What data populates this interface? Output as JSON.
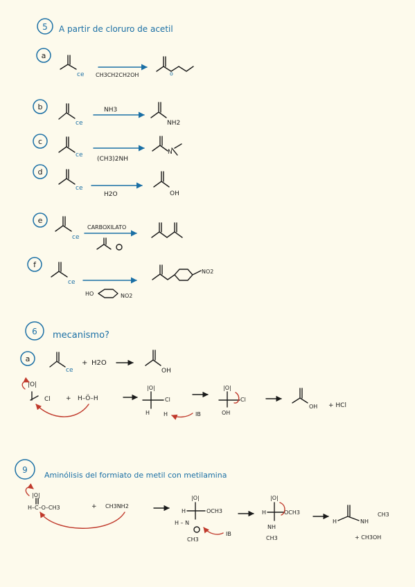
{
  "sections": {
    "s5": {
      "number": "5",
      "title": "A partir de cloruro de acetil"
    },
    "s6": {
      "number": "6",
      "title": "mecanismo?"
    },
    "s9": {
      "number": "9",
      "title": "Aminólisis del formiato de metil con metilamina"
    }
  },
  "reactions": {
    "a": {
      "label": "a",
      "reagent": "CH3CH2CH2OH"
    },
    "b": {
      "label": "b",
      "reagent": "NH3",
      "product_group": "NH2"
    },
    "c": {
      "label": "c",
      "reagent": "(CH3)2NH",
      "product_group": "N"
    },
    "d": {
      "label": "d",
      "reagent": "H2O",
      "product_group": "OH"
    },
    "e": {
      "label": "e",
      "reagent": "CARBOXILATO"
    },
    "f": {
      "label": "f",
      "reagent_left": "HO",
      "reagent_right": "NO2",
      "product_group": "NO2"
    }
  },
  "mechanism6": {
    "label": "a",
    "eq_plus": "+",
    "eq_water": "H2O",
    "cl": "Cl",
    "oh": "OH",
    "lone_o": "|O|",
    "water": "H–Ö–H",
    "plus": "+",
    "base": "IB",
    "hcl": "+ HCl",
    "h": "H"
  },
  "mechanism9": {
    "formiate": "H–C–O–CH3",
    "plus": "+",
    "amine": "CH3NH2",
    "och3": "OCH3",
    "h_n": "H – N",
    "ch3": "CH3",
    "base": "IB",
    "nh": "NH",
    "product_nh": "NH",
    "product_ch3": "CH3",
    "methanol": "+ CH3OH",
    "h": "H",
    "lone_o": "|O|"
  },
  "colors": {
    "ink": "#1a1a1a",
    "accent": "#1a6fa5",
    "arrow": "#c0392b",
    "paper": "#fdfaec"
  }
}
